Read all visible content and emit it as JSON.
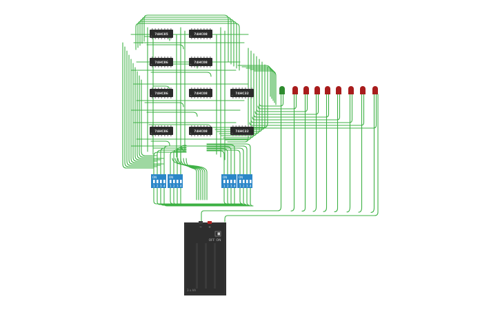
{
  "circuit": {
    "chips": [
      {
        "label": "74HC85"
      },
      {
        "label": "74HC08"
      },
      {
        "label": "74HC86"
      },
      {
        "label": "74HC08"
      },
      {
        "label": "74HC86"
      },
      {
        "label": "74HC08"
      },
      {
        "label": "74HC32"
      },
      {
        "label": "74HC86"
      },
      {
        "label": "74HC08"
      },
      {
        "label": "74HC32"
      }
    ],
    "dip_switches": [
      {
        "on_label": "ON",
        "numbers": [
          "1",
          "2",
          "3",
          "4"
        ]
      },
      {
        "on_label": "ON",
        "numbers": [
          "1",
          "2",
          "3",
          "4"
        ]
      },
      {
        "on_label": "ON",
        "numbers": [
          "1",
          "2",
          "3",
          "4"
        ]
      },
      {
        "on_label": "ON",
        "numbers": [
          "1",
          "2",
          "3",
          "4"
        ]
      }
    ],
    "leds": [
      {
        "color": "green"
      },
      {
        "color": "red"
      },
      {
        "color": "red"
      },
      {
        "color": "red"
      },
      {
        "color": "red"
      },
      {
        "color": "red"
      },
      {
        "color": "red"
      },
      {
        "color": "red"
      },
      {
        "color": "red"
      }
    ],
    "battery": {
      "minus_label": "−",
      "plus_label": "+",
      "switch_off_label": "OFF",
      "switch_on_label": "ON",
      "type_label": "3 x AA"
    },
    "colors": {
      "wire": "#3cb043",
      "chip": "#2b2b2b",
      "dip": "#2a86c8",
      "led_red": "#a81c1c",
      "led_green": "#2e8b2e",
      "battery": "#2e2e2e"
    }
  }
}
